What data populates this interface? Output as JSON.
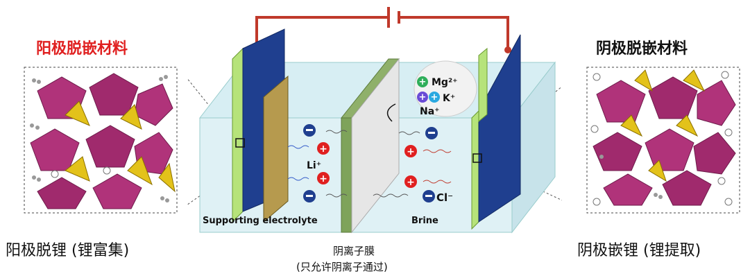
{
  "left_panel": {
    "title": "阳极脱嵌材料",
    "caption": "阳极脱锂 (锂富集)"
  },
  "right_panel": {
    "title": "阴极脱嵌材料",
    "caption": "阴极嵌锂 (锂提取)"
  },
  "cell": {
    "left_label": "Supporting electrolyte",
    "right_label": "Brine",
    "ions": {
      "mg": "Mg²⁺",
      "k": "K⁺",
      "na": "Na⁺",
      "li": "Li⁺",
      "cl": "Cl⁻"
    }
  },
  "membrane": {
    "line1": "阴离子膜",
    "line2": "(只允许阴离子通过)"
  },
  "colors": {
    "title_red": "#e02020",
    "wire_red": "#c0392b",
    "electrode_blue": "#1f3f8f",
    "electrode_green": "#b6e37a",
    "octahedron": "#b0337a",
    "tetrahedron": "#e3c21a"
  }
}
